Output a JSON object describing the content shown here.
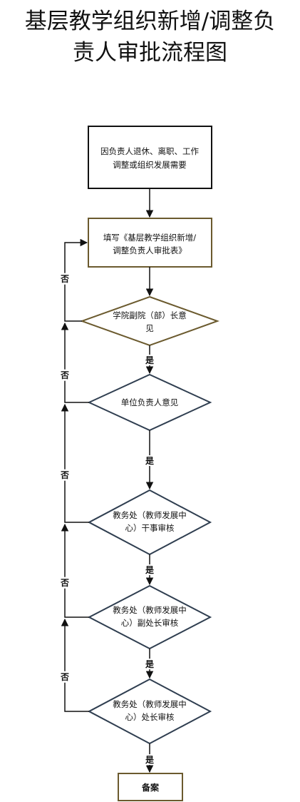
{
  "title": {
    "line1": "基层教学组织新增/调整负",
    "line2": "责人审批流程图"
  },
  "nodes": {
    "start": {
      "line1": "因负责人退休、离职、工作",
      "line2": "调整或组织发展需要"
    },
    "fill_form": {
      "line1": "填写《基层教学组织新增/",
      "line2": "调整负责人审批表》"
    },
    "dean_opinion": {
      "line1": "学院副院（部）长意",
      "line2": "见"
    },
    "unit_head_opinion": {
      "line1": "单位负责人意见"
    },
    "staff_review": {
      "line1": "教务处（教师发展中",
      "line2": "心）干事审核"
    },
    "deputy_review": {
      "line1": "教务处（教师发展中",
      "line2": "心）副处长审核"
    },
    "director_review": {
      "line1": "教务处（教师发展中",
      "line2": "心）处长审核"
    },
    "archive": {
      "line1": "备案"
    }
  },
  "labels": {
    "yes": "是",
    "no": "否"
  },
  "colors": {
    "rect_border": "#111111",
    "form_border": "#6b5a2e",
    "dean_diamond_border": "#6b5a2e",
    "diamond_border": "#2f3e50",
    "line": "#111111"
  }
}
